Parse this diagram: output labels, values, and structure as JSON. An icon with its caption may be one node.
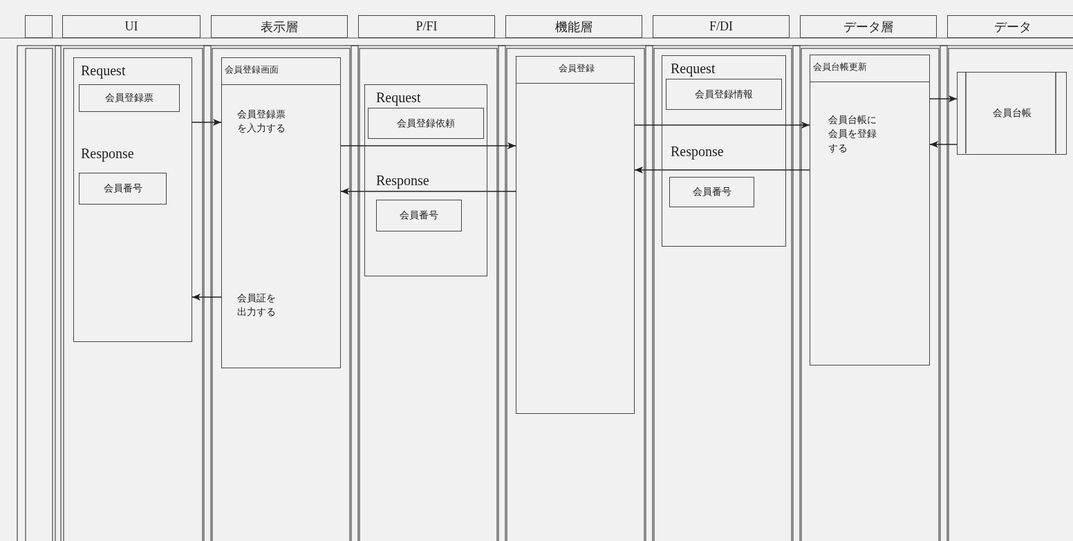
{
  "diagram": {
    "nodes": [
      {
        "text": [],
        "shape": "box"
      },
      {
        "text": [
          "UI"
        ]
      },
      {
        "text": [
          "表示層"
        ]
      },
      {
        "text": [
          "P/FI"
        ]
      },
      {
        "text": [
          "機能層"
        ]
      },
      {
        "text": [
          "F/DI"
        ]
      },
      {
        "text": [
          "データ層"
        ]
      },
      {
        "text": [
          "データ"
        ]
      },
      {
        "text": [
          "Request",
          "Response"
        ]
      },
      {
        "text": [
          "会員登録票"
        ],
        "in": 8
      },
      {
        "text": [
          "会員番号"
        ],
        "in": 8
      },
      {
        "text": [
          "会員登録画面",
          "会員登録票を入力する",
          "会員証を出力する"
        ]
      },
      {
        "text": [
          "Request",
          "Response"
        ]
      },
      {
        "text": [
          "会員登録依頼"
        ],
        "in": 12
      },
      {
        "text": [
          "会員番号"
        ],
        "in": 12
      },
      {
        "text": [
          "会員登録"
        ]
      },
      {
        "text": [
          "Request",
          "Response"
        ]
      },
      {
        "text": [
          "会員登録情報"
        ],
        "in": 16
      },
      {
        "text": [
          "会員番号"
        ],
        "in": 16
      },
      {
        "text": [
          "会員台帳更新",
          "会員台帳に会員を登録する"
        ]
      },
      {
        "text": [
          "会員台帳"
        ]
      }
    ],
    "edges": [
      {
        "from": 8,
        "to": 11,
        "arrow": "to"
      },
      {
        "from": 11,
        "to": 8,
        "arrow": "to"
      },
      {
        "from": 11,
        "to": 15,
        "arrow": "to"
      },
      {
        "from": 15,
        "to": 11,
        "arrow": "to"
      },
      {
        "from": 15,
        "to": 19,
        "arrow": "to"
      },
      {
        "from": 19,
        "to": 15,
        "arrow": "to"
      },
      {
        "from": 19,
        "to": 20,
        "arrow": "to"
      },
      {
        "from": 20,
        "to": 19,
        "arrow": "to"
      }
    ]
  }
}
